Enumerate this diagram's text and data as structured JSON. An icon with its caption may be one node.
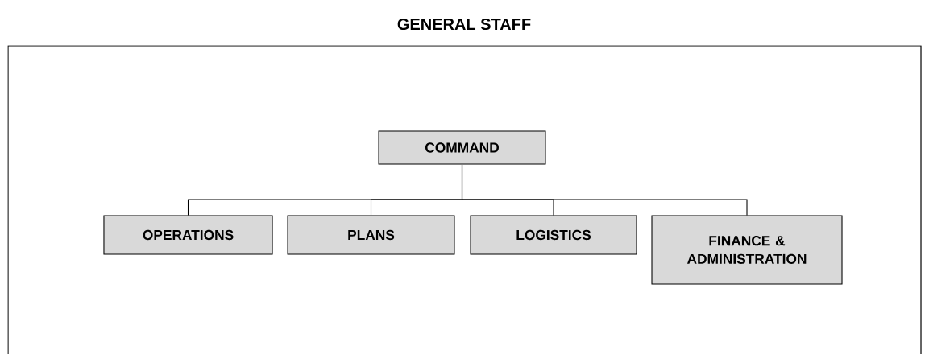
{
  "diagram": {
    "nodes": [
      {
        "text": [
          "GENERAL STAFF"
        ]
      },
      {
        "text": [
          "COMMAND"
        ],
        "in": 0
      },
      {
        "text": [
          "OPERATIONS"
        ],
        "in": 0
      },
      {
        "text": [
          "PLANS"
        ],
        "in": 0
      },
      {
        "text": [
          "LOGISTICS"
        ],
        "in": 0
      },
      {
        "text": [
          "FINANCE & ADMINISTRATION"
        ],
        "in": 0
      }
    ],
    "edges": [
      {
        "from": 1,
        "to": 2,
        "arrow": "none"
      },
      {
        "from": 1,
        "to": 3,
        "arrow": "none"
      },
      {
        "from": 1,
        "to": 4,
        "arrow": "none"
      },
      {
        "from": 1,
        "to": 5,
        "arrow": "none"
      }
    ]
  }
}
